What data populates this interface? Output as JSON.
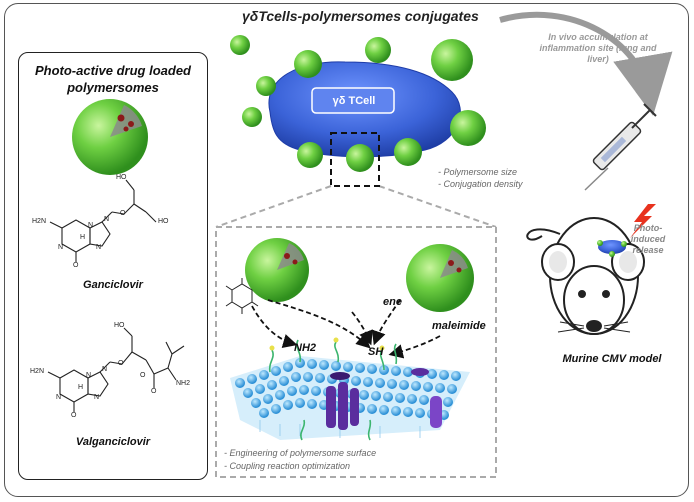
{
  "title": "γδTcells-polymersomes conjugates",
  "left_panel": {
    "title": "Photo-active drug loaded polymersomes",
    "drug_1": "Ganciclovir",
    "drug_2": "Valganciclovir",
    "atom_labels": [
      "HO",
      "HO",
      "O",
      "H2N",
      "N",
      "N",
      "N",
      "N",
      "H",
      "O",
      "HO",
      "O",
      "H2N",
      "N",
      "N",
      "N",
      "N",
      "H",
      "O",
      "O",
      "O",
      "NH2"
    ]
  },
  "tcell": {
    "label": "γδ TCell"
  },
  "notes_top": [
    "- Polymersome size",
    "- Conjugation density"
  ],
  "notes_bottom": [
    "- Engineering of polymersome surface",
    "- Coupling reaction optimization"
  ],
  "chemistry": {
    "ene": "ene",
    "maleimide": "maleimide",
    "amine": "NH2",
    "thiol": "SH"
  },
  "in_vivo_note": "In vivo accumulation at inflammation site (lung and liver)",
  "photo_note": "Photo-induced release",
  "model_label": "Murine CMV model",
  "colors": {
    "polymersome_green": "#5fc43c",
    "tcell_blue": "#3b63d8",
    "membrane_blue": "#35a6e6",
    "protein_purple": "#5a2d9e",
    "lightning_red": "#e8321e"
  }
}
